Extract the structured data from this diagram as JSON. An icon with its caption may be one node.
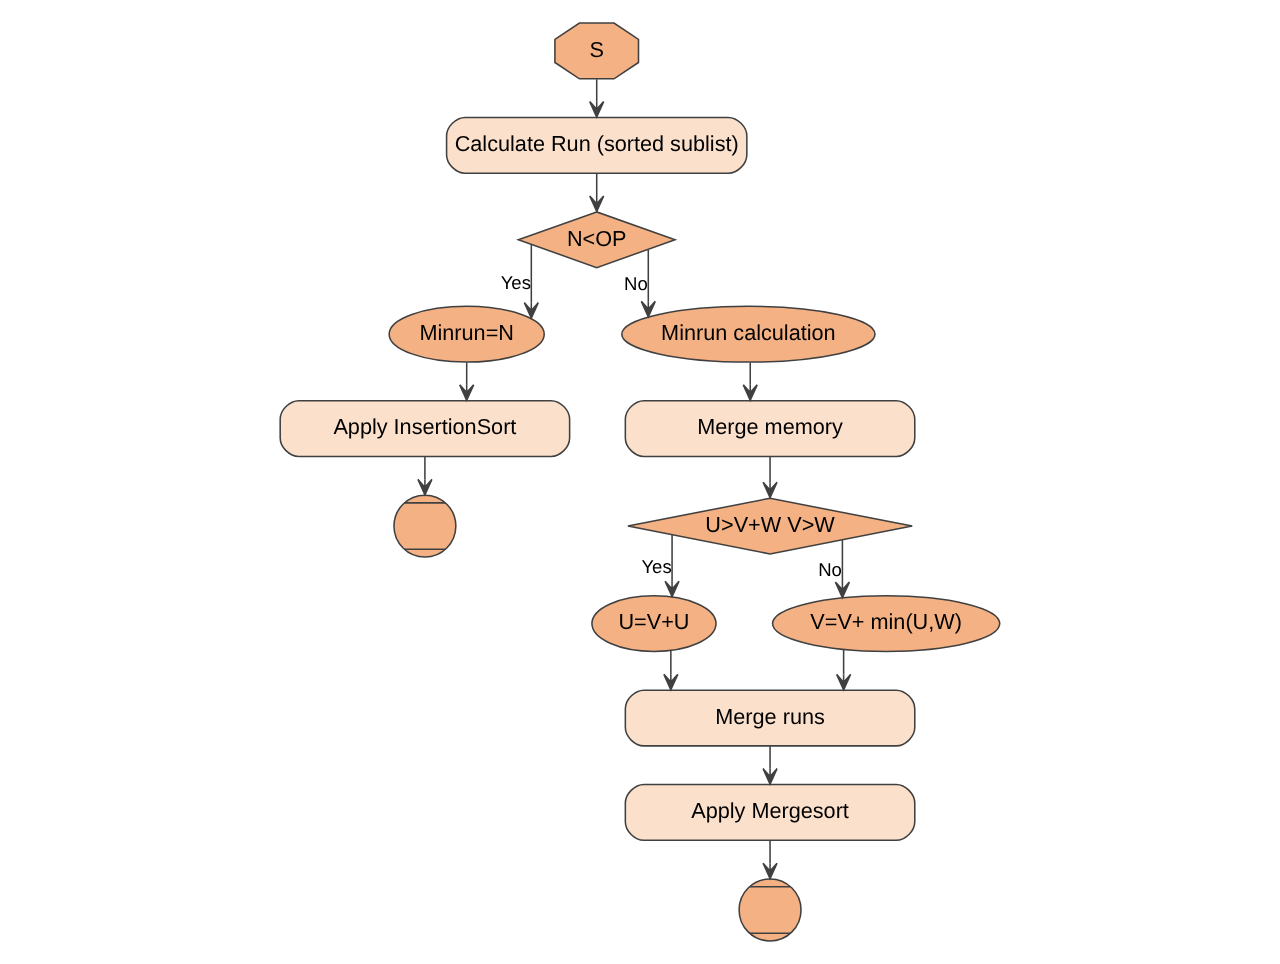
{
  "diagram": {
    "nodes": [
      {
        "text": [
          "S"
        ]
      },
      {
        "text": [
          "Calculate Run (sorted sublist)"
        ]
      },
      {
        "text": [
          "N<OP"
        ]
      },
      {
        "text": [
          "Minrun=N"
        ]
      },
      {
        "text": [
          "Minrun calculation"
        ]
      },
      {
        "text": [
          "Apply InsertionSort"
        ]
      },
      {
        "text": [],
        "shape": "circle"
      },
      {
        "text": [
          "Merge memory"
        ]
      },
      {
        "text": [
          "U>V+W V>W"
        ]
      },
      {
        "text": [
          "U=V+U"
        ]
      },
      {
        "text": [
          "V=V+ min(U,W)"
        ]
      },
      {
        "text": [
          "Merge runs"
        ]
      },
      {
        "text": [
          "Apply Mergesort"
        ]
      },
      {
        "text": [],
        "shape": "circle"
      }
    ],
    "edges": [
      {
        "from": 0,
        "to": 1,
        "arrow": "to"
      },
      {
        "from": 1,
        "to": 2,
        "arrow": "to"
      },
      {
        "from": 2,
        "to": 3,
        "label": "Yes",
        "arrow": "to"
      },
      {
        "from": 2,
        "to": 4,
        "label": "No",
        "arrow": "to"
      },
      {
        "from": 3,
        "to": 5,
        "arrow": "to"
      },
      {
        "from": 5,
        "to": 6,
        "arrow": "to"
      },
      {
        "from": 4,
        "to": 7,
        "arrow": "to"
      },
      {
        "from": 7,
        "to": 8,
        "arrow": "to"
      },
      {
        "from": 8,
        "to": 9,
        "label": "Yes",
        "arrow": "to"
      },
      {
        "from": 8,
        "to": 10,
        "label": "No",
        "arrow": "to"
      },
      {
        "from": 9,
        "to": 11,
        "arrow": "to"
      },
      {
        "from": 10,
        "to": 11,
        "arrow": "to"
      },
      {
        "from": 11,
        "to": 12,
        "arrow": "to"
      },
      {
        "from": 12,
        "to": 13,
        "arrow": "to"
      }
    ]
  }
}
